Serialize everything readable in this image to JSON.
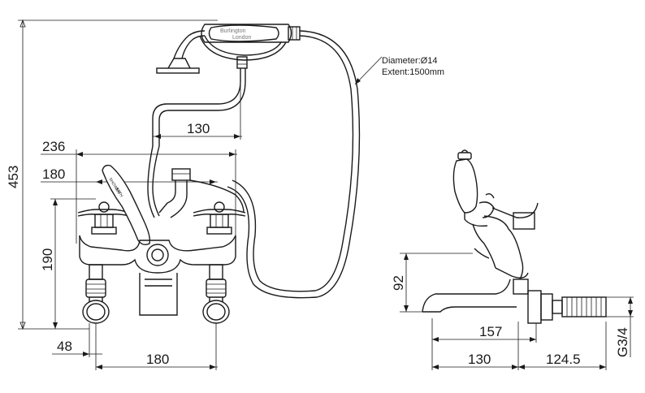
{
  "handset": {
    "brand": "Burlington",
    "place": "London"
  },
  "hose_note": {
    "diameter": "Diameter:Ø14",
    "extent": "Extent:1500mm"
  },
  "lever_label": {
    "line1": "SHOWER",
    "line2": "BATH"
  },
  "dimensions": {
    "total_height": "453",
    "width_236": "236",
    "width_180_top": "180",
    "hose_offset": "130",
    "height_190": "190",
    "offset_48": "48",
    "centers_180": "180",
    "side_height_92": "92",
    "side_157": "157",
    "side_130": "130",
    "side_124_5": "124.5",
    "thread": "G3/4"
  }
}
